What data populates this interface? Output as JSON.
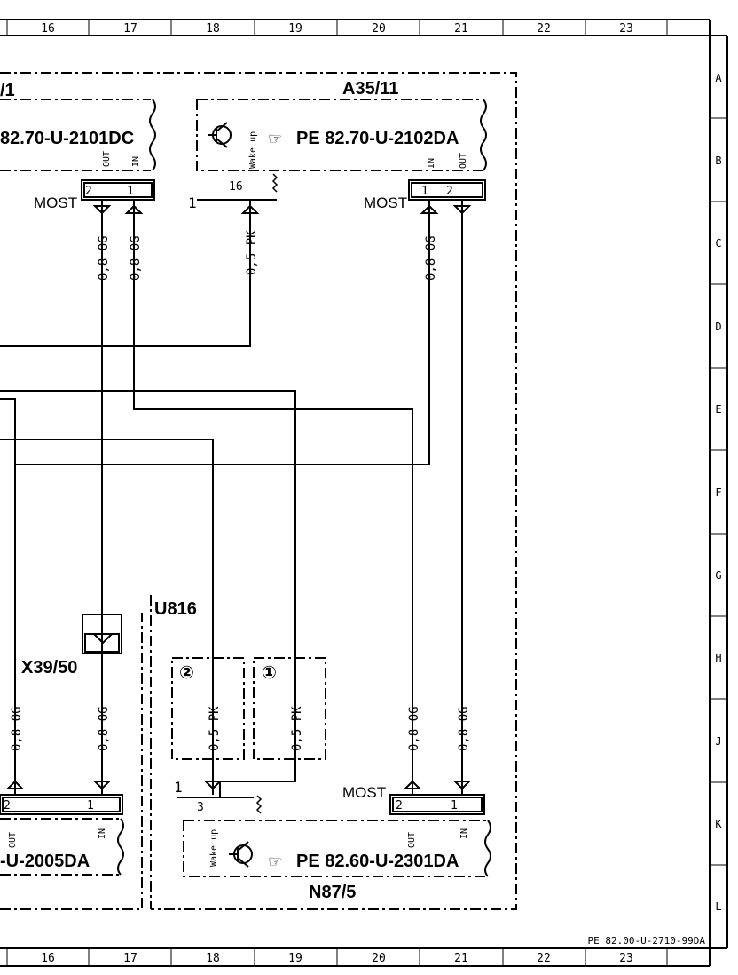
{
  "columns": [
    "16",
    "17",
    "18",
    "19",
    "20",
    "21",
    "22",
    "23"
  ],
  "rows": [
    "A",
    "B",
    "C",
    "D",
    "E",
    "F",
    "G",
    "H",
    "J",
    "K",
    "L"
  ],
  "doc_ref": "PE 82.00-U-2710-99DA",
  "components": {
    "left_top_ref": "/1",
    "left_top_pe": "82.70-U-2101DC",
    "a35": "A35/11",
    "a35_pe": "PE  82.70-U-2102DA",
    "u816": "U816",
    "x39": "X39/50",
    "n87": "N87/5",
    "n87_pe": "PE  82.60-U-2301DA",
    "left_bottom_pe": "-U-2005DA"
  },
  "labels": {
    "most": "MOST",
    "out": "OUT",
    "in": "IN",
    "wake": "Wake up",
    "circle1": "①",
    "circle2": "②"
  },
  "pins": {
    "p1": "1",
    "p2": "2",
    "p3": "3",
    "p16": "16"
  },
  "wires": {
    "og": "0,8 OG",
    "pk": "0,5 PK"
  }
}
